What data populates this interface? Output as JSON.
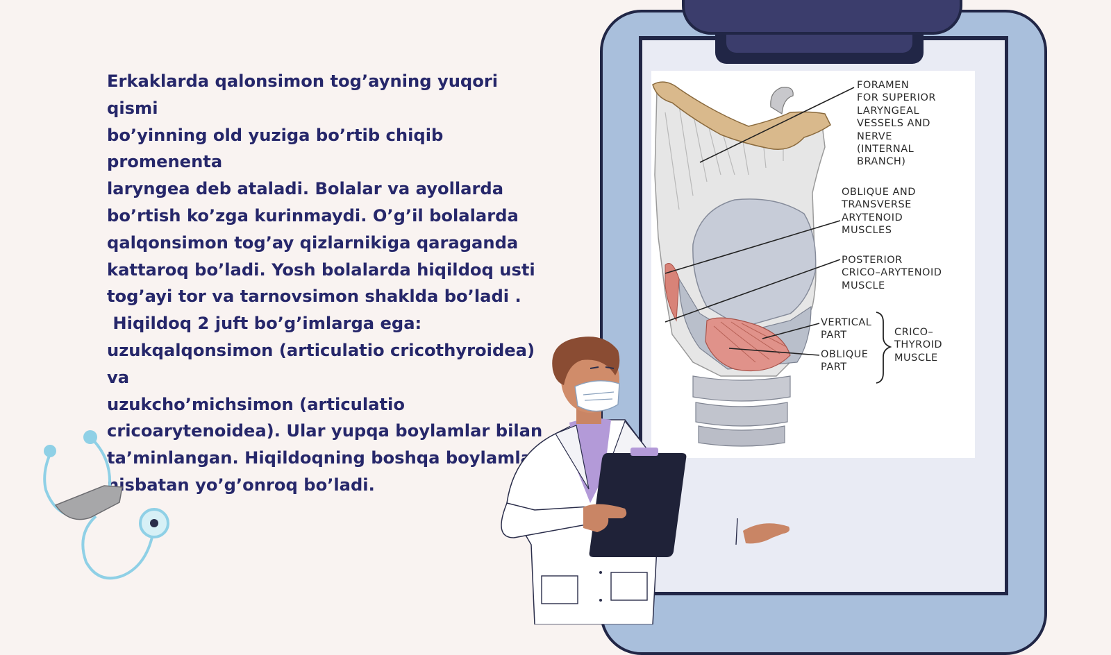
{
  "slide": {
    "paragraph": "Erkaklarda qalonsimon tog’ayning yuqori qismi\nbo’yinning old yuziga bo’rtib chiqib promenenta\nlaryngea deb ataladi. Bolalar va ayollarda\nbo’rtish ko’zga kurinmaydi. O’g’il bolalarda\nqalqonsimon tog’ay qizlarnikiga qaraganda\nkattaroq bo’ladi. Yosh bolalarda hiqildoq usti\ntog’ayi tor va tarnovsimon shaklda bo’ladi .\n Hiqildoq 2 juft bo’g’imlarga ega:\nuzukqalqonsimon (articulatio cricothyroidea) va\nuzukcho’michsimon (articulatio\ncricoarytenoidea). Ular yupqa boylamlar bilan\nta’minlangan. Hiqildoqning boshqa boylamlari\nnisbatan yo’g’onroq bo’ladi."
  },
  "figure": {
    "labels": {
      "foramen": "FORAMEN\nFOR SUPERIOR\nLARYNGEAL\nVESSELS AND\nNERVE\n(INTERNAL\nBRANCH)",
      "oblique_transverse": "OBLIQUE AND\nTRANSVERSE\nARYTENOID\nMUSCLES",
      "posterior": "POSTERIOR\nCRICO–ARYTENOID\nMUSCLE",
      "vertical": "VERTICAL\nPART",
      "oblique_part": "OBLIQUE\nPART",
      "cricothyroid": "CRICO–\nTHYROID\nMUSCLE"
    }
  },
  "colors": {
    "text": "#26276a",
    "background": "#f9f3f1",
    "clipboard": "#a9bfdc",
    "clipboard_dark": "#212646",
    "stethoscope": "#8fd0e6"
  },
  "icons": [
    "clipboard-icon",
    "doctor-illustration",
    "stethoscope-icon",
    "larynx-diagram"
  ]
}
